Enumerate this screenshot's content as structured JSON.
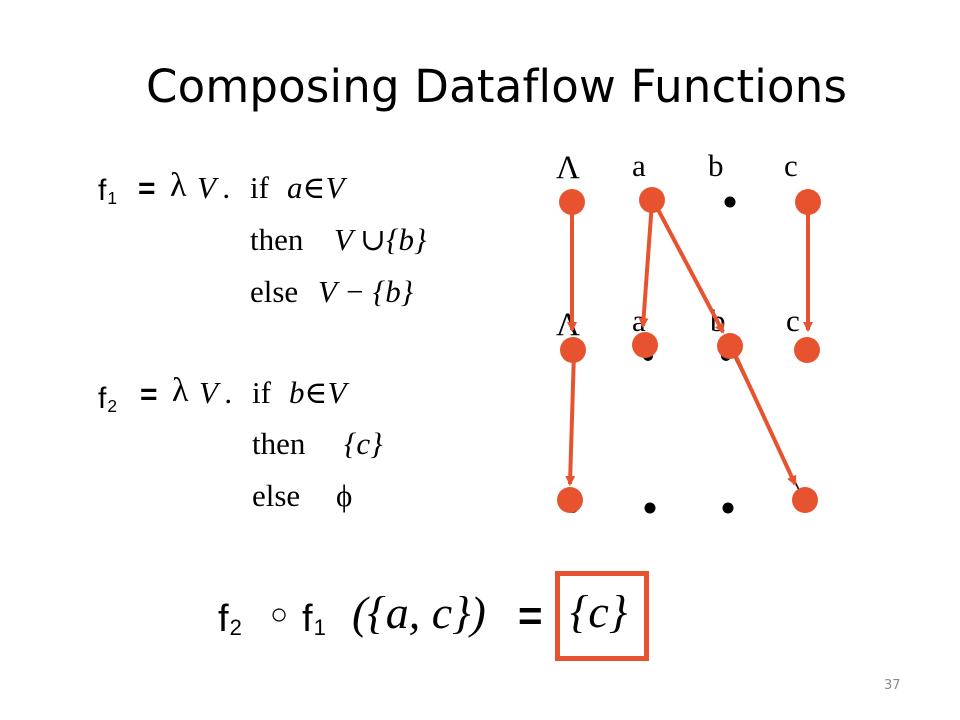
{
  "slide": {
    "title": "Composing Dataflow Functions",
    "page_number": "37"
  },
  "f1": {
    "name": "f",
    "subscript": "1",
    "equals": "=",
    "lambda_head": "λ",
    "v_dot": "V .",
    "if_kw": "if",
    "condition": "a∈V",
    "then_kw": "then",
    "then_expr": "V ∪{b}",
    "else_kw": "else",
    "else_expr": "V − {b}"
  },
  "f2": {
    "name": "f",
    "subscript": "2",
    "equals": "=",
    "lambda_head": "λ",
    "v_dot": "V .",
    "if_kw": "if",
    "condition": "b∈V",
    "then_kw": "then",
    "then_expr": "{c}",
    "else_kw": "else",
    "else_expr": "ϕ"
  },
  "lattice": {
    "top_labels": [
      "Λ",
      "a",
      "b",
      "c"
    ],
    "middle_labels": [
      "Λ",
      "a",
      "b",
      "c"
    ],
    "accent_color": "#e8532f",
    "dot_color": "#000000"
  },
  "composition": {
    "f_outer": "f",
    "f_outer_sub": "2",
    "compose_op": "○",
    "f_inner": "f",
    "f_inner_sub": "1",
    "argument": "({a, c})",
    "equals": "=",
    "result": "{c}"
  }
}
